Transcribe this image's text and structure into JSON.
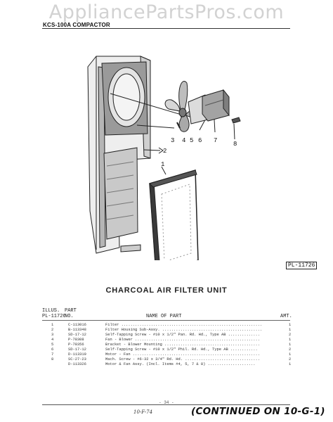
{
  "watermark": "AppliancePartsPros.com",
  "header": {
    "model": "KCS-100A COMPACTOR"
  },
  "diagram": {
    "label": "PL-11726",
    "callouts": [
      "1",
      "2",
      "3",
      "4",
      "5",
      "6",
      "7",
      "8"
    ]
  },
  "title": "CHARCOAL AIR FILTER UNIT",
  "table": {
    "col_illus_1": "ILLUS.",
    "col_illus_2": "PL-11726",
    "col_part_1": "PART",
    "col_part_2": "NO.",
    "col_name": "NAME OF PART",
    "col_amt": "AMT.",
    "rows": [
      {
        "no": "1",
        "part": "C-113016",
        "name": "Filter ..............................................................",
        "amt": "1"
      },
      {
        "no": "2",
        "part": "B-113348",
        "name": "Filter Housing Sub-Assy. ............................................",
        "amt": "1"
      },
      {
        "no": "3",
        "part": "SD-17-12",
        "name": "Self-Tapping Screw - #10 x 1/2\" Pan. Rd. Hd., Type AB ..............",
        "amt": "2"
      },
      {
        "no": "4",
        "part": "P-78308",
        "name": "Fan - Blower .......................................................",
        "amt": "1"
      },
      {
        "no": "5",
        "part": "P-78356",
        "name": "Bracket - Blower Mounting ..........................................",
        "amt": "1"
      },
      {
        "no": "6",
        "part": "SD-17-12",
        "name": "Self-Tapping Screw - #10 x 1/2\" Phil. Rd. Hd., Type AB ............",
        "amt": "2"
      },
      {
        "no": "7",
        "part": "D-113319",
        "name": "Motor - Fan ........................................................",
        "amt": "1"
      },
      {
        "no": "8",
        "part": "SC-27-23",
        "name": "Mach. Screw - #6-32 x 3/4\" Rd. Hd. .................................",
        "amt": "2"
      },
      {
        "no": "",
        "part": "D-113326",
        "name": "Motor & Fan Assy. (Incl. Items #4, 5, 7 & 8) .....................",
        "amt": "1"
      }
    ]
  },
  "footer": {
    "page": "- 34 -",
    "date": "10-F-74",
    "continued": "(CONTINUED ON 10-G-1)"
  }
}
